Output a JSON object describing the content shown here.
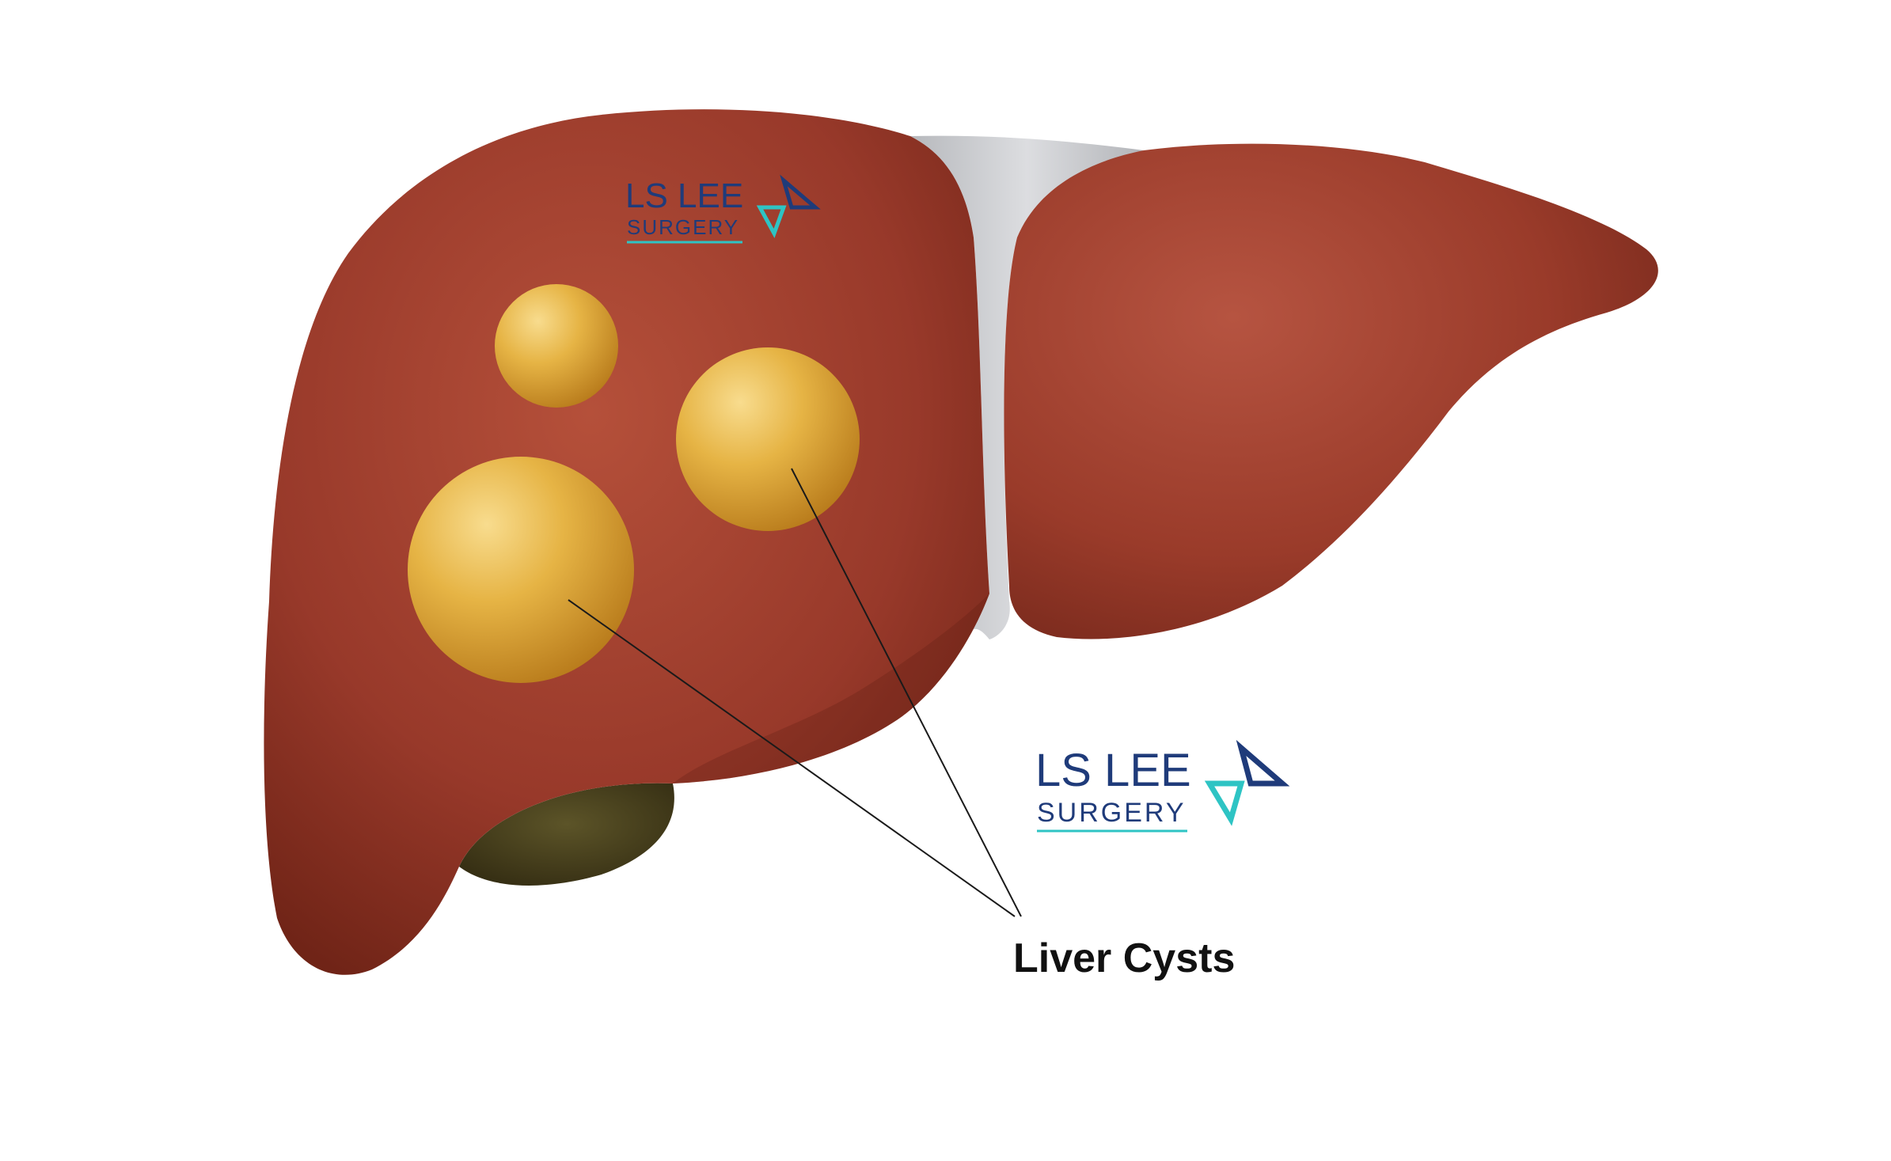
{
  "diagram": {
    "label": "Liver Cysts",
    "cyst_count": 3
  },
  "logo": {
    "line1": "LS LEE",
    "line2": "SURGERY",
    "text_color": "#1f3b7a",
    "accent_color": "#2ec4c4"
  },
  "colors": {
    "liver": "#9a3a28",
    "liver_shadow": "#6e2416",
    "ligament": "#c9cacd",
    "cyst": "#e2a936",
    "cyst_highlight": "#f6d98a",
    "gallbladder": "#4a4220",
    "leader_line": "#1a1a1a"
  }
}
